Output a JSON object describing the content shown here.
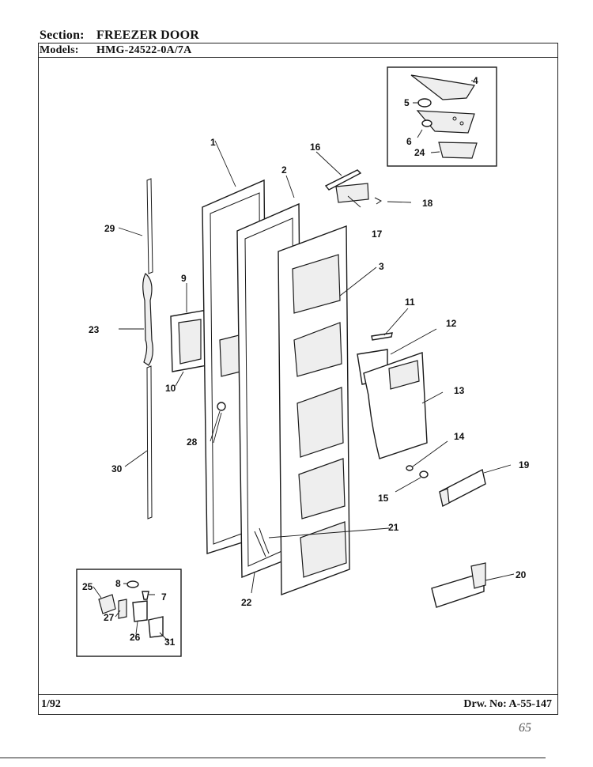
{
  "header": {
    "section_label": "Section:",
    "section_value": "FREEZER DOOR",
    "models_label": "Models:",
    "models_value": "HMG-24522-0A/7A"
  },
  "footer": {
    "date": "1/92",
    "drawing_number": "Drw. No: A-55-147",
    "handwritten_mark": "65"
  },
  "callouts": {
    "c1": "1",
    "c2": "2",
    "c3": "3",
    "c4": "4",
    "c5": "5",
    "c6": "6",
    "c7": "7",
    "c8": "8",
    "c9": "9",
    "c10": "10",
    "c11": "11",
    "c12": "12",
    "c13": "13",
    "c14": "14",
    "c15": "15",
    "c16": "16",
    "c17": "17",
    "c18": "18",
    "c19": "19",
    "c20": "20",
    "c21": "21",
    "c22": "22",
    "c23": "23",
    "c24": "24",
    "c25": "25",
    "c26": "26",
    "c27": "27",
    "c28": "28",
    "c29": "29",
    "c30": "30",
    "c31": "31"
  }
}
